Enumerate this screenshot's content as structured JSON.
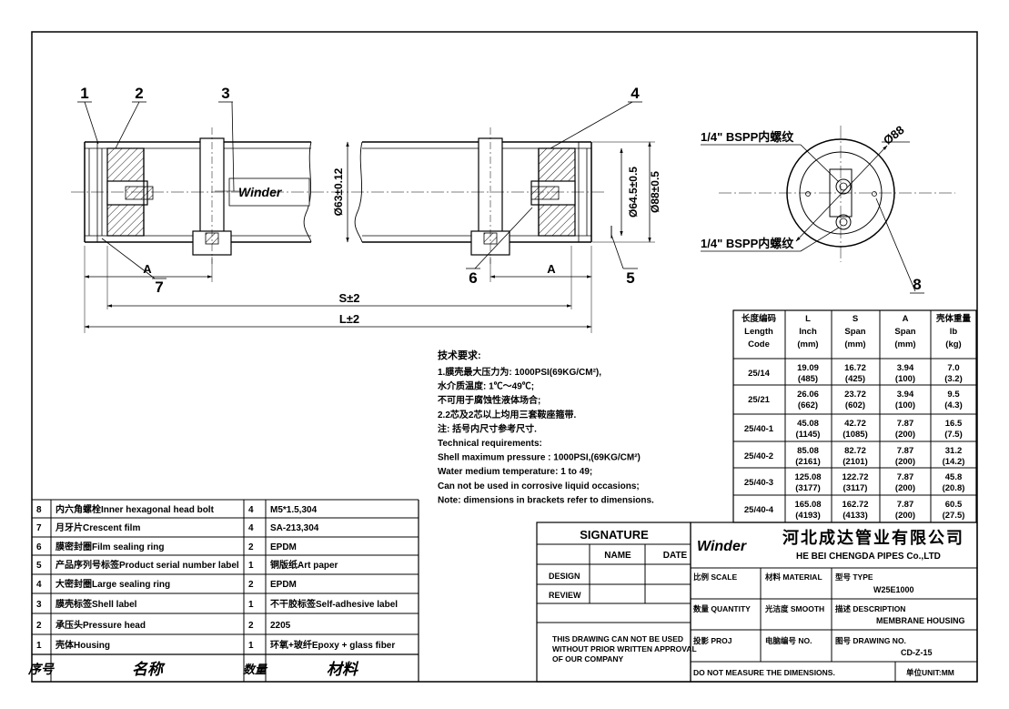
{
  "balloons": {
    "n1": "1",
    "n2": "2",
    "n3": "3",
    "n4": "4",
    "n5": "5",
    "n6": "6",
    "n7": "7",
    "n8": "8"
  },
  "dimensions": {
    "a_left": "A",
    "a_right": "A",
    "s": "S±2",
    "l": "L±2",
    "d63": "Ø63±0.12",
    "d64": "Ø64.5±0.5",
    "d88": "Ø88±0.5",
    "end_d88": "Ø88"
  },
  "label_text": "Winder",
  "ports": {
    "top": "1/4\" BSPP内螺纹",
    "bottom": "1/4\" BSPP内螺纹"
  },
  "spec_table": {
    "headers": [
      [
        "长度编码",
        "Length",
        "Code"
      ],
      [
        "L",
        "Inch",
        "(mm)"
      ],
      [
        "S",
        "Span",
        "(mm)"
      ],
      [
        "A",
        "Span",
        "(mm)"
      ],
      [
        "壳体重量",
        "lb",
        "(kg)"
      ]
    ],
    "rows": [
      {
        "code": "25/14",
        "l": [
          "19.09",
          "(485)"
        ],
        "s": [
          "16.72",
          "(425)"
        ],
        "a": [
          "3.94",
          "(100)"
        ],
        "w": [
          "7.0",
          "(3.2)"
        ]
      },
      {
        "code": "25/21",
        "l": [
          "26.06",
          "(662)"
        ],
        "s": [
          "23.72",
          "(602)"
        ],
        "a": [
          "3.94",
          "(100)"
        ],
        "w": [
          "9.5",
          "(4.3)"
        ]
      },
      {
        "code": "25/40-1",
        "l": [
          "45.08",
          "(1145)"
        ],
        "s": [
          "42.72",
          "(1085)"
        ],
        "a": [
          "7.87",
          "(200)"
        ],
        "w": [
          "16.5",
          "(7.5)"
        ]
      },
      {
        "code": "25/40-2",
        "l": [
          "85.08",
          "(2161)"
        ],
        "s": [
          "82.72",
          "(2101)"
        ],
        "a": [
          "7.87",
          "(200)"
        ],
        "w": [
          "31.2",
          "(14.2)"
        ]
      },
      {
        "code": "25/40-3",
        "l": [
          "125.08",
          "(3177)"
        ],
        "s": [
          "122.72",
          "(3117)"
        ],
        "a": [
          "7.87",
          "(200)"
        ],
        "w": [
          "45.8",
          "(20.8)"
        ]
      },
      {
        "code": "25/40-4",
        "l": [
          "165.08",
          "(4193)"
        ],
        "s": [
          "162.72",
          "(4133)"
        ],
        "a": [
          "7.87",
          "(200)"
        ],
        "w": [
          "60.5",
          "(27.5)"
        ]
      }
    ]
  },
  "notes": {
    "title": "技术要求:",
    "lines": [
      "1.膜壳最大压力为: 1000PSI(69KG/CM²),",
      "   水介质温度: 1℃～49℃;",
      "   不可用于腐蚀性液体场合;",
      "2.2芯及2芯以上均用三套鞍座箍带.",
      "注: 括号内尺寸参考尺寸.",
      "Technical requirements:",
      "Shell maximum pressure : 1000PSI,(69KG/CM²)",
      "Water medium temperature: 1 to 49;",
      "Can not be used in corrosive liquid occasions;",
      "Note: dimensions in brackets refer to dimensions."
    ]
  },
  "bom": {
    "rows": [
      {
        "no": "8",
        "name": "内六角螺栓Inner hexagonal head bolt",
        "qty": "4",
        "mat": "M5*1.5,304"
      },
      {
        "no": "7",
        "name": "月牙片Crescent film",
        "qty": "4",
        "mat": "SA-213,304"
      },
      {
        "no": "6",
        "name": "膜密封圈Film sealing ring",
        "qty": "2",
        "mat": "EPDM"
      },
      {
        "no": "5",
        "name": "产品序列号标签Product serial number label",
        "qty": "1",
        "mat": "铜版纸Art paper"
      },
      {
        "no": "4",
        "name": "大密封圈Large sealing ring",
        "qty": "2",
        "mat": "EPDM"
      },
      {
        "no": "3",
        "name": "膜壳标签Shell label",
        "qty": "1",
        "mat": "不干胶标签Self-adhesive label"
      },
      {
        "no": "2",
        "name": "承压头Pressure head",
        "qty": "2",
        "mat": "2205"
      },
      {
        "no": "1",
        "name": "壳体Housing",
        "qty": "1",
        "mat": "环氧+玻纤Epoxy + glass fiber"
      }
    ],
    "header": {
      "no": "序号",
      "name": "名称",
      "qty": "数量",
      "mat": "材料"
    }
  },
  "signature": {
    "title": "SIGNATURE",
    "name": "NAME",
    "date": "DATE",
    "design": "DESIGN",
    "review": "REVIEW",
    "warning": [
      "THIS DRAWING CAN NOT BE USED",
      "WITHOUT PRIOR WRITTEN APPROVAL",
      "OF OUR COMPANY"
    ]
  },
  "title_block": {
    "logo": "Winder",
    "company_cn": "河北成达管业有限公司",
    "company_en": "HE BEI CHENGDA PIPES Co.,LTD",
    "scale": "比例 SCALE",
    "material": "材料 MATERIAL",
    "type_label": "型号 TYPE",
    "type_value": "W25E1000",
    "quantity": "数量 QUANTITY",
    "smooth": "光洁度 SMOOTH",
    "desc_label": "描述 DESCRIPTION",
    "desc_value": "MEMBRANE HOUSING",
    "proj": "投影 PROJ",
    "no": "电脑编号 NO.",
    "dwg_label": "图号 DRAWING NO.",
    "dwg_value": "CD-Z-15",
    "measure": "DO NOT MEASURE THE DIMENSIONS.",
    "unit": "单位UNIT:MM"
  }
}
